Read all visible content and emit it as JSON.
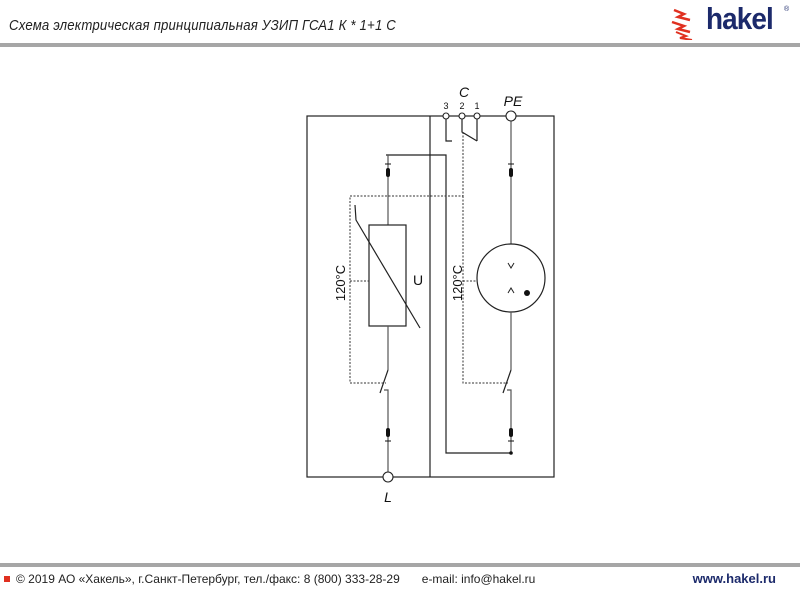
{
  "header": {
    "title": "Схема электрическая принципиальная УЗИП ГСА1 К * 1+1 С",
    "logo_text": "hakel",
    "logo_reg": "®"
  },
  "diagram": {
    "terminal_group_label": "C",
    "terminals": [
      "3",
      "2",
      "1"
    ],
    "pe_label": "PE",
    "line_label": "L",
    "varistor_label": "U",
    "temp_left": "120°C",
    "temp_right": "120°C"
  },
  "footer": {
    "copyright": "© 2019 АО «Хакель», г.Санкт-Петербург, тел./факс: 8 (800) 333-28-29",
    "email": "e-mail: info@hakel.ru",
    "website": "www.hakel.ru"
  },
  "colors": {
    "brand": "#1c2a6b",
    "accent": "#e03020",
    "bar": "#a6a6a6"
  }
}
